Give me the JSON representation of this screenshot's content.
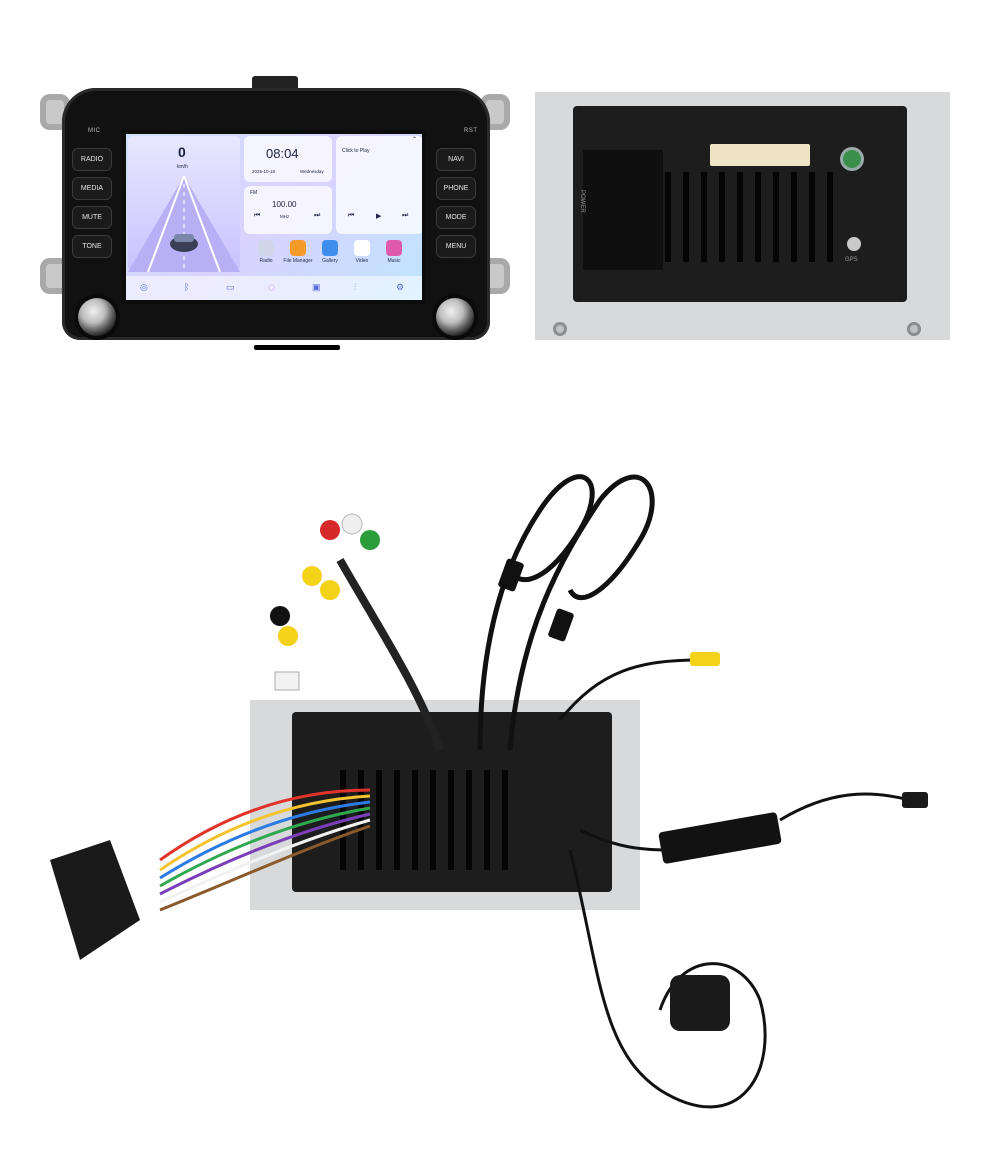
{
  "head_unit": {
    "corner_labels": {
      "left": "MIC",
      "right": "RST"
    },
    "left_buttons": [
      "RADIO",
      "MEDIA",
      "MUTE",
      "TONE"
    ],
    "right_buttons": [
      "NAVI",
      "PHONE",
      "MODE",
      "MENU"
    ],
    "screen": {
      "speed_value": "0",
      "speed_unit": "km/h",
      "clock_time": "08:04",
      "clock_date": "2025-10-18",
      "clock_day": "Wednesday",
      "player_prompt": "Click to Play",
      "fm_label": "FM",
      "fm_frequency": "100.00",
      "fm_unit": "MHz",
      "apps": [
        "Radio",
        "File Manager",
        "Gallery",
        "Video",
        "Music"
      ],
      "dock_icons": [
        "compass-icon",
        "bluetooth-icon",
        "radio-icon",
        "home-orb-icon",
        "media-icon",
        "equalizer-icon",
        "settings-icon"
      ]
    }
  },
  "rear_unit": {
    "port_labels": {
      "power": "POWER",
      "gps": "GPS"
    }
  },
  "colors": {
    "metal": "#d7d9db",
    "connector_black": "#1a1a1a",
    "rca_red": "#d62a2a",
    "rca_yellow": "#f3d21a",
    "rca_green": "#2b9e3b",
    "rca_white": "#eeeeee",
    "connector_cream": "#efe3c6",
    "gps_green": "#3b8f4a"
  }
}
